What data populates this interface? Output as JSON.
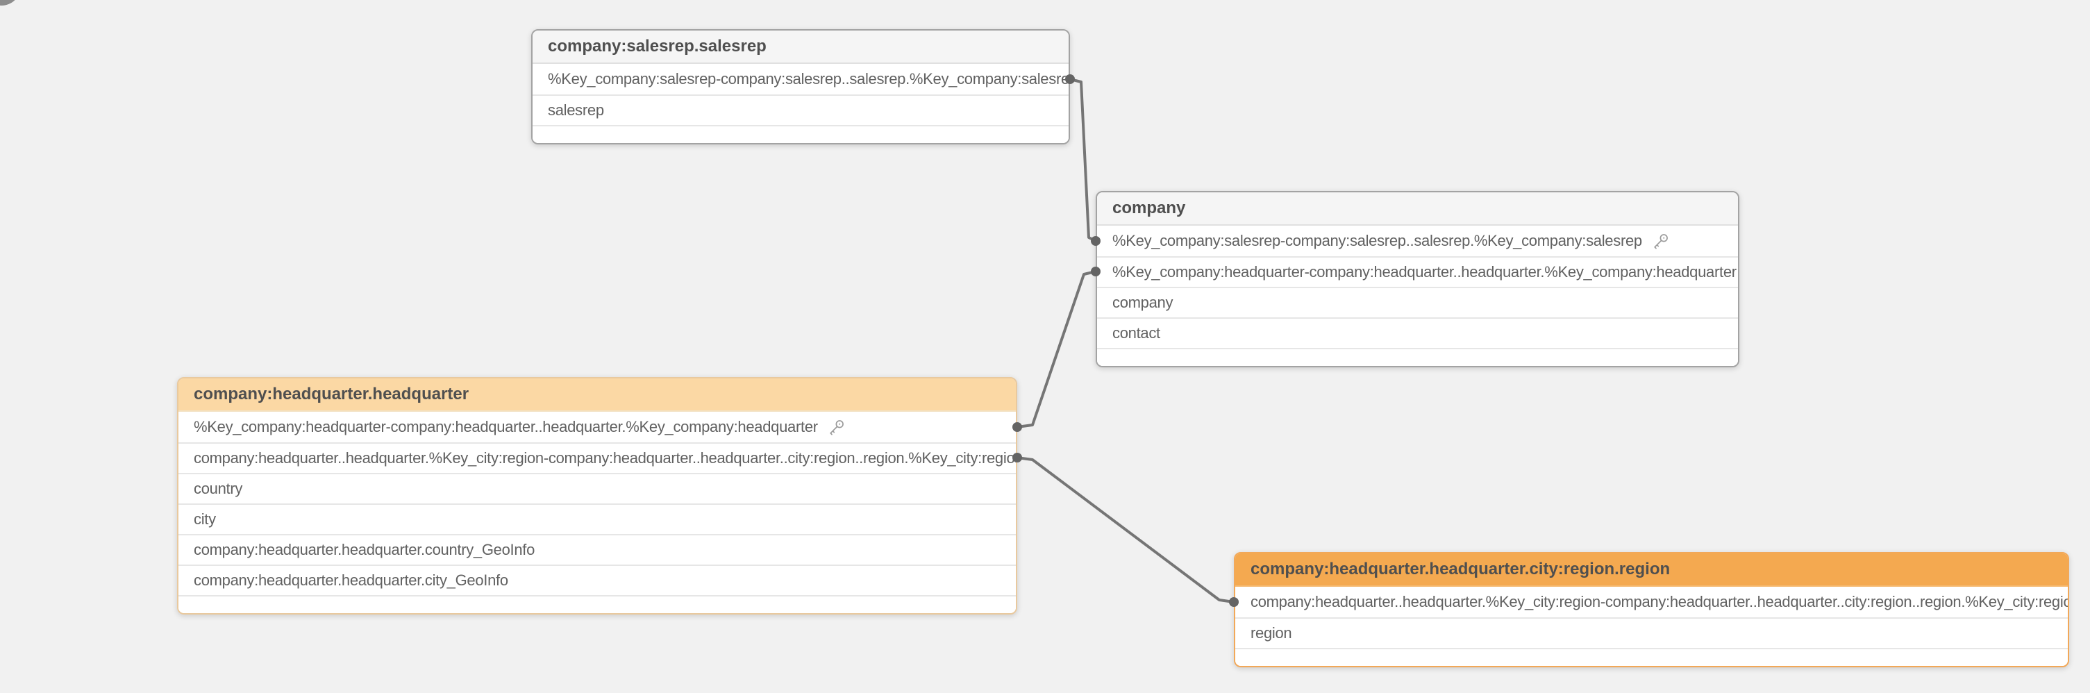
{
  "tables": [
    {
      "title": "company:salesrep.salesrep",
      "highlight": "none",
      "fields": [
        {
          "name": "%Key_company:salesrep-company:salesrep..salesrep.%Key_company:salesrep",
          "key": true
        },
        {
          "name": "salesrep",
          "key": false
        }
      ]
    },
    {
      "title": "company",
      "highlight": "none",
      "fields": [
        {
          "name": "%Key_company:salesrep-company:salesrep..salesrep.%Key_company:salesrep",
          "key": true
        },
        {
          "name": "%Key_company:headquarter-company:headquarter..headquarter.%Key_company:headquarter",
          "key": true
        },
        {
          "name": "company",
          "key": false
        },
        {
          "name": "contact",
          "key": false
        }
      ]
    },
    {
      "title": "company:headquarter.headquarter",
      "highlight": "light-orange",
      "fields": [
        {
          "name": "%Key_company:headquarter-company:headquarter..headquarter.%Key_company:headquarter",
          "key": true
        },
        {
          "name": "company:headquarter..headquarter.%Key_city:region-company:headquarter..headquarter..city:region..region.%Key_city:region",
          "key": true
        },
        {
          "name": "country",
          "key": false
        },
        {
          "name": "city",
          "key": false
        },
        {
          "name": "company:headquarter.headquarter.country_GeoInfo",
          "key": false
        },
        {
          "name": "company:headquarter.headquarter.city_GeoInfo",
          "key": false
        }
      ]
    },
    {
      "title": "company:headquarter.headquarter.city:region.region",
      "highlight": "orange",
      "fields": [
        {
          "name": "company:headquarter..headquarter.%Key_city:region-company:headquarter..headquarter..city:region..region.%Key_city:region",
          "key": true
        },
        {
          "name": "region",
          "key": false
        }
      ]
    }
  ],
  "connections": [
    {
      "from": "company:salesrep.salesrep / %Key_company:salesrep",
      "to": "company / %Key_company:salesrep"
    },
    {
      "from": "company / %Key_company:headquarter",
      "to": "company:headquarter.headquarter / %Key_company:headquarter"
    },
    {
      "from": "company:headquarter.headquarter / %Key_city:region",
      "to": "company:headquarter.headquarter.city:region.region / %Key_city:region"
    }
  ],
  "icons": {
    "key": "key-icon"
  },
  "colors": {
    "canvas_background": "#f1f1f1",
    "table_header_default": "#f5f5f5",
    "table_header_light_orange": "#fbd8a4",
    "table_header_orange": "#f4a950",
    "table_border_default": "#a3a3a3",
    "table_border_light_orange": "#e9c99e",
    "table_border_orange": "#f2a858",
    "connector_line": "#757575",
    "field_text": "#616161",
    "header_text": "#4f4f4f"
  }
}
